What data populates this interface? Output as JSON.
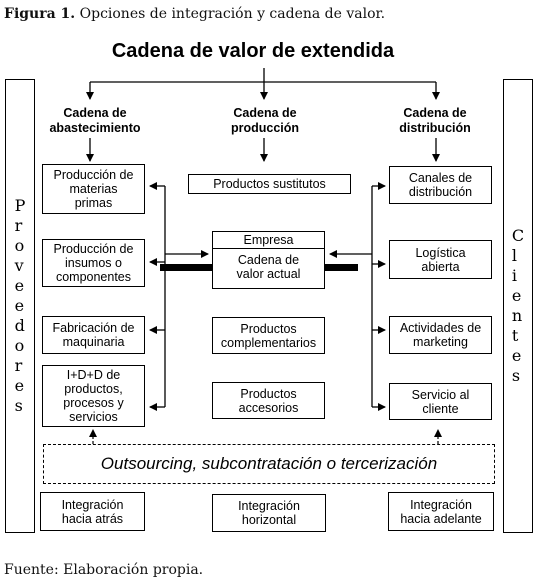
{
  "caption": {
    "label": "Figura 1.",
    "text": "Opciones de integración y cadena de valor."
  },
  "title": "Cadena de valor de extendida",
  "side_left": "Proveedores",
  "side_right": "Clientes",
  "columns": {
    "left": "Cadena de\nabastecimiento",
    "center": "Cadena de\nproducción",
    "right": "Cadena de\ndistribución"
  },
  "left_boxes": [
    "Producción de\nmaterias\nprimas",
    "Producción de\ninsumos o\ncomponentes",
    "Fabricación de\nmaquinaria",
    "I+D+D de\nproductos,\nprocesos y\nservicios"
  ],
  "center_boxes": {
    "substitutes": "Productos sustitutos",
    "company_title": "Empresa",
    "company_body": "Cadena de\nvalor actual",
    "complementary": "Productos\ncomplementarios",
    "accessories": "Productos\naccesorios"
  },
  "right_boxes": [
    "Canales de\ndistribución",
    "Logística\nabierta",
    "Actividades de\nmarketing",
    "Servicio al\ncliente"
  ],
  "outsourcing": "Outsourcing, subcontratación o tercerización",
  "integration": {
    "back": "Integración\nhacia atrás",
    "horizontal": "Integración\nhorizontal",
    "forward": "Integración\nhacia adelante"
  },
  "source": {
    "label": "Fuente:",
    "text": "Elaboración propia."
  }
}
